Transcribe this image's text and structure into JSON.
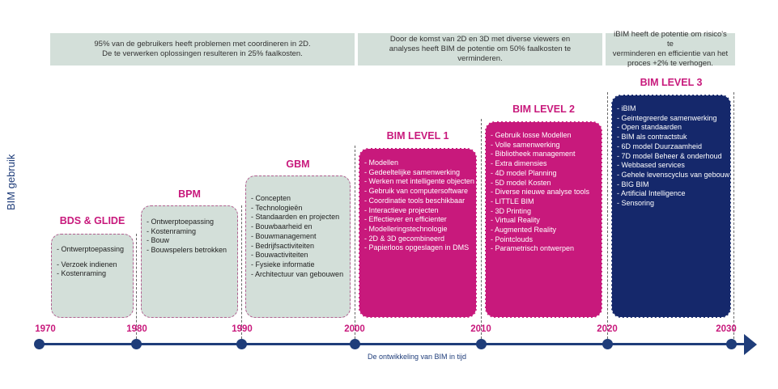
{
  "banners": [
    {
      "line1": "95% van de gebruikers heeft  problemen met coordineren in 2D.",
      "line2": "De te verwerken oplossingen resulteren in 25% faalkosten.",
      "line3": ""
    },
    {
      "line1": "Door de komst van 2D en 3D met diverse viewers en",
      "line2": "analyses heeft BIM de potentie om 50% faalkosten te",
      "line3": "verminderen."
    },
    {
      "line1": "iBIM heeft de potentie om risico's te",
      "line2": "verminderen en efficientie van het",
      "line3": "proces +2%  te verhogen."
    }
  ],
  "y_axis_label": "BIM gebruik",
  "phases": [
    {
      "title": "BDS & GLIDE",
      "items": [
        "- Ontwerptoepassing",
        "- Verzoek indienen",
        "- Kostenraming"
      ]
    },
    {
      "title": "BPM",
      "items": [
        "- Ontwerptoepassing",
        "- Kostenraming",
        "- Bouw",
        "- Bouwspelers betrokken"
      ]
    },
    {
      "title": "GBM",
      "items": [
        "- Concepten",
        "- Technologieën",
        "- Standaarden en projecten",
        "- Bouwbaarheid en",
        "- Bouwmanagement",
        "- Bedrijfsactiviteiten",
        "- Bouwactiviteiten",
        "- Fysieke informatie",
        "- Architectuur van gebouwen"
      ]
    },
    {
      "title": "BIM LEVEL 1",
      "items": [
        "- Modellen",
        "- Gedeeltelijke samenwerking",
        "- Werken met intelligente objecten",
        "- Gebruik van computersoftware",
        "- Coordinatie tools beschikbaar",
        "- Interactieve projecten",
        "- Effectiever en efficienter",
        "- Modelleringstechnologie",
        "- 2D & 3D gecombineerd",
        "- Papierloos opgeslagen in DMS"
      ]
    },
    {
      "title": "BIM LEVEL 2",
      "items": [
        "- Gebruik losse Modellen",
        "- Volle samenwerking",
        "- Bibliotheek management",
        "- Extra dimensies",
        "- 4D model Planning",
        "- 5D model Kosten",
        "- Diverse nieuwe analyse tools",
        "- LITTLE BIM",
        "- 3D Printing",
        "- Virtual Reality",
        "- Augmented Reality",
        "- Pointclouds",
        "- Parametrisch ontwerpen"
      ]
    },
    {
      "title": "BIM LEVEL 3",
      "items": [
        "- iBIM",
        "- Geintegreerde samenwerking",
        "- Open standaarden",
        "- BIM als contractstuk",
        "- 6D model Duurzaamheid",
        "- 7D model Beheer & onderhoud",
        "- Webbased services",
        "- Gehele levenscyclus van gebouw",
        "- BIG BIM",
        "- Artificial Intelligence",
        "- Sensoring"
      ]
    }
  ],
  "timeline": {
    "years": [
      "1970",
      "1980",
      "1990",
      "2000",
      "2010",
      "2020",
      "2030"
    ],
    "caption": "De ontwikkeling van BIM in tijd"
  },
  "colors": {
    "grey": "#d3dfd9",
    "pink": "#c8197c",
    "navy": "#15286b",
    "axis": "#1f3d7a"
  }
}
